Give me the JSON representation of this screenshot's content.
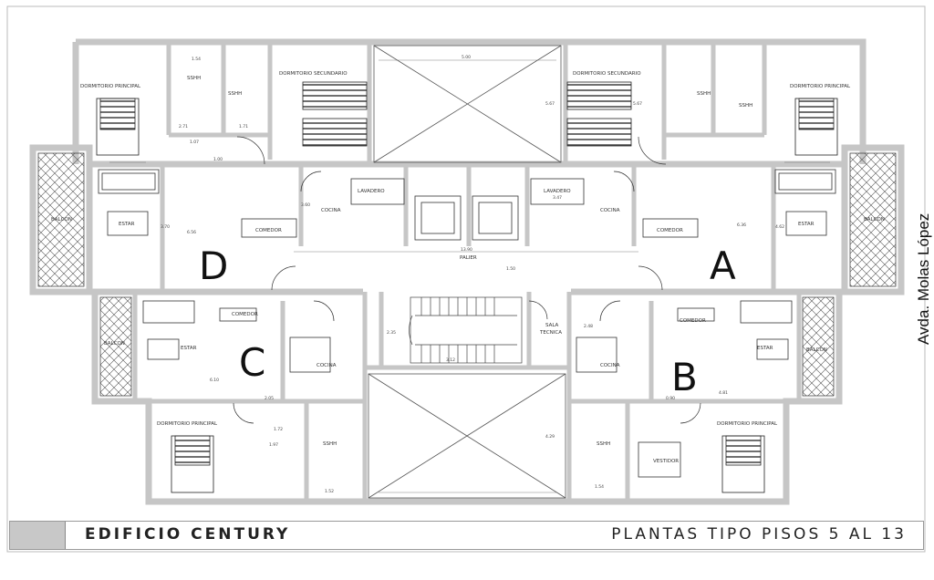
{
  "street_label": "Avda. Molas López",
  "units": [
    "A",
    "B",
    "C",
    "D"
  ],
  "rooms": {
    "dormitorio_principal": "DORMITORIO PRINCIPAL",
    "dormitorio_secundario": "DORMITORIO SECUNDARIO",
    "sshh": "SSHH",
    "estar": "ESTAR",
    "comedor": "COMEDOR",
    "cocina": "COCINA",
    "lavadero": "LAVADERO",
    "balcon": "BALCON",
    "palier": "PALIER",
    "sala_tecnica_1": "SALA",
    "sala_tecnica_2": "TECNICA",
    "vestidor": "VESTIDOR"
  },
  "dimensions": [
    "5.00",
    "5.67",
    "1.54",
    "2.71",
    "1.71",
    "1.07",
    "1.00",
    "3.60",
    "3.47",
    "13.90",
    "1.50",
    "2.35",
    "3.12",
    "6.10",
    "2.05",
    "0.90",
    "1.72",
    "1.97",
    "1.52",
    "4.29",
    "3.70",
    "4.62",
    "6.56",
    "6.36",
    "4.81",
    "5.67",
    "2.48",
    "1.54"
  ],
  "title_block": {
    "building_name": "EDIFICIO CENTURY",
    "sheet_title": "PLANTAS TIPO PISOS 5 AL 13"
  }
}
